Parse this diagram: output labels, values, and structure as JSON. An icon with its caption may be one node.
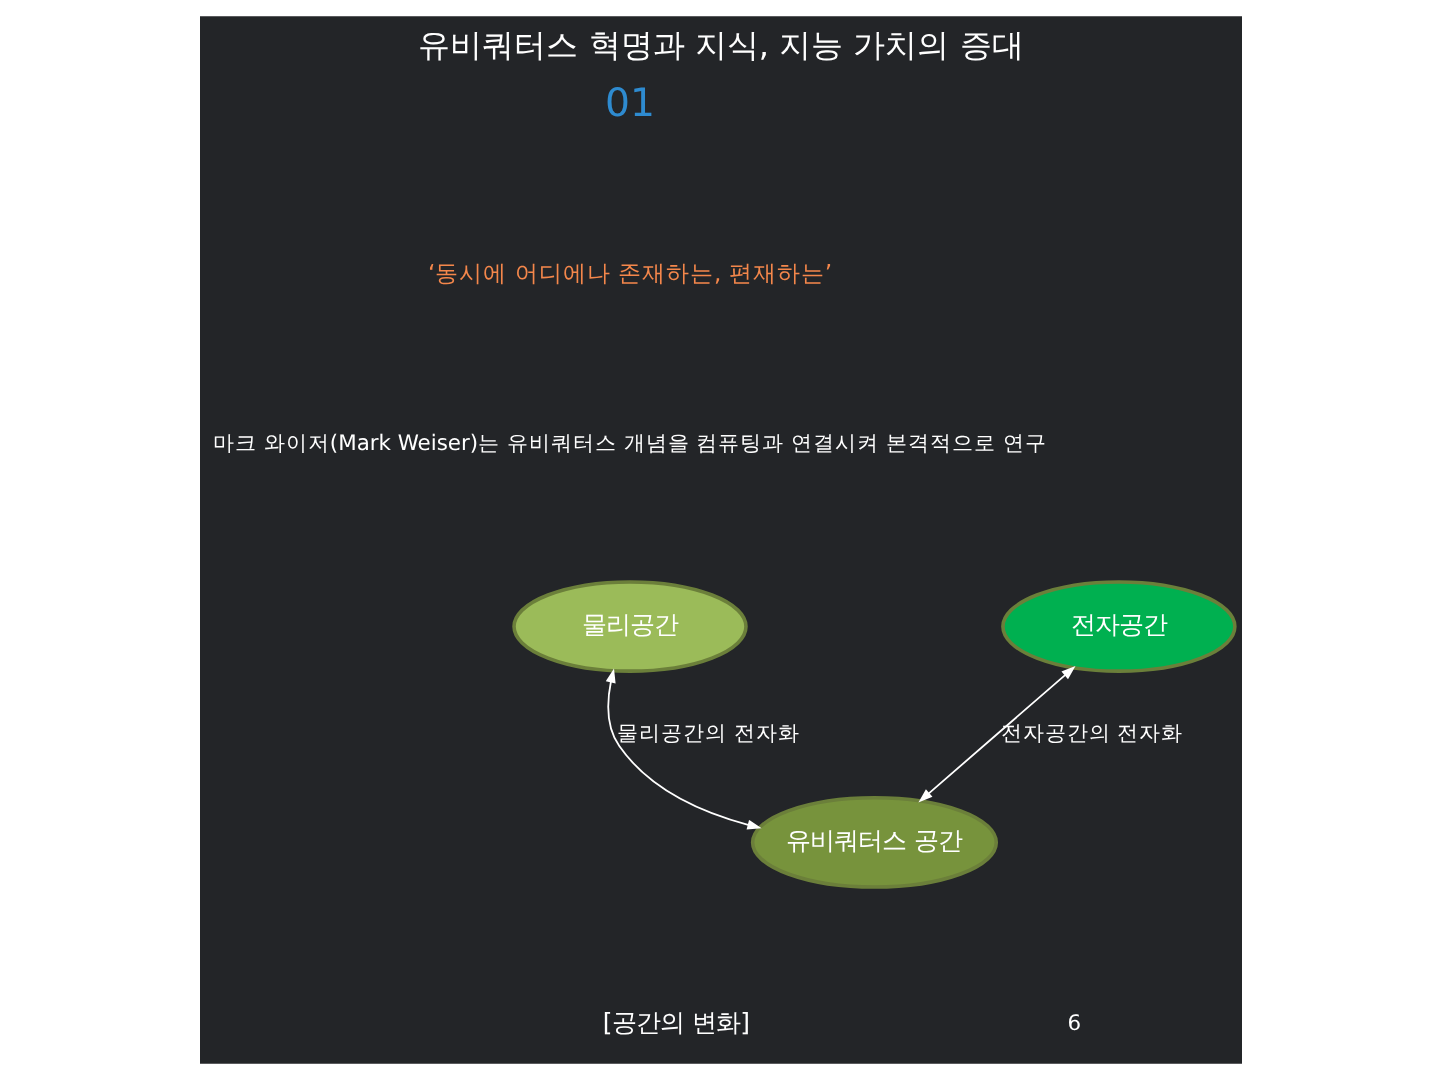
{
  "diagram": {
    "title": "유비쿼터스 혁명과 지식, 지능 가치의 증대",
    "nodes": [
      {
        "text": [
          "물리공간"
        ]
      },
      {
        "text": [
          "전자공간"
        ]
      },
      {
        "text": [
          "유비쿼터스 공간"
        ]
      }
    ],
    "edges": [
      {
        "from": 0,
        "to": 2,
        "arrow": "both",
        "label": "물리공간의 전자화"
      },
      {
        "from": 1,
        "to": 2,
        "arrow": "both",
        "label": "전자공간의 전자화"
      }
    ],
    "labels": [
      "01",
      "‘동시에 어디에나 존재하는, 편재하는’",
      "마크 와이저(Mark Weiser)는 유비쿼터스 개념을 컴퓨팅과 연결시켜 본격적으로 연구",
      "[공간의 변화]",
      "6"
    ]
  }
}
